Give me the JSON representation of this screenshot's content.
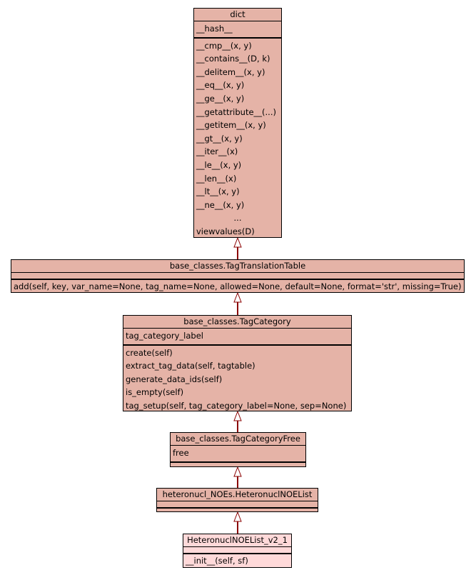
{
  "classes": {
    "dict": {
      "name": "dict",
      "attributes": [
        "__hash__"
      ],
      "methods": [
        "__cmp__(x, y)",
        "__contains__(D, k)",
        "__delitem__(x, y)",
        "__eq__(x, y)",
        "__ge__(x, y)",
        "__getattribute__(...)",
        "__getitem__(x, y)",
        "__gt__(x, y)",
        "__iter__(x)",
        "__le__(x, y)",
        "__len__(x)",
        "__lt__(x, y)",
        "__ne__(x, y)",
        "...",
        "viewvalues(D)"
      ]
    },
    "translation_table": {
      "name": "base_classes.TagTranslationTable",
      "attributes": [],
      "methods": [
        "add(self, key, var_name=None, tag_name=None, allowed=None, default=None, format='str', missing=True)"
      ]
    },
    "tag_category": {
      "name": "base_classes.TagCategory",
      "attributes": [
        "tag_category_label"
      ],
      "methods": [
        "create(self)",
        "extract_tag_data(self, tagtable)",
        "generate_data_ids(self)",
        "is_empty(self)",
        "tag_setup(self, tag_category_label=None, sep=None)"
      ]
    },
    "tag_category_free": {
      "name": "base_classes.TagCategoryFree",
      "attributes": [
        "free"
      ],
      "methods": []
    },
    "noe_list": {
      "name": "heteronucl_NOEs.HeteronuclNOEList",
      "attributes": [],
      "methods": []
    },
    "noe_list_v2": {
      "name": "HeteronuclNOEList_v2_1",
      "attributes": [],
      "methods": [
        "__init__(self, sf)"
      ]
    }
  },
  "colors": {
    "class_fill": "#e5b3a7",
    "leaf_fill": "#ffd9d9",
    "edge": "#8b0000"
  }
}
